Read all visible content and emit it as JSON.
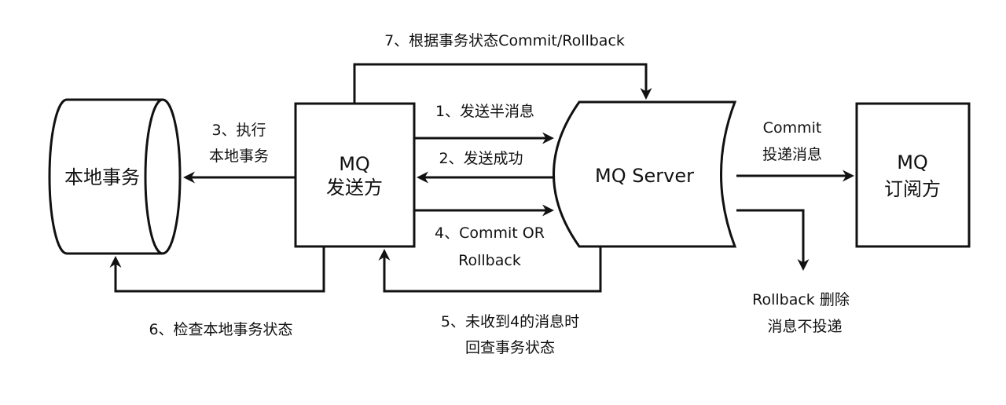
{
  "nodes": {
    "local_tx": {
      "label": "本地事务"
    },
    "producer": {
      "lines": [
        "MQ",
        "发送方"
      ]
    },
    "server": {
      "label": "MQ Server"
    },
    "subscriber": {
      "lines": [
        "MQ",
        "订阅方"
      ]
    }
  },
  "edges": {
    "step1": {
      "label": "1、发送半消息"
    },
    "step2": {
      "label": "2、发送成功"
    },
    "step3": {
      "lines": [
        "3、执行",
        "本地事务"
      ]
    },
    "step4": {
      "lines": [
        "4、Commit OR",
        "Rollback"
      ]
    },
    "step5": {
      "lines": [
        "5、未收到4的消息时",
        "回查事务状态"
      ]
    },
    "step6": {
      "label": "6、检查本地事务状态"
    },
    "step7": {
      "label": "7、根据事务状态Commit/Rollback"
    },
    "commit": {
      "lines": [
        "Commit",
        "投递消息"
      ]
    },
    "rollback": {
      "lines": [
        "Rollback 删除",
        "消息不投递"
      ]
    }
  }
}
